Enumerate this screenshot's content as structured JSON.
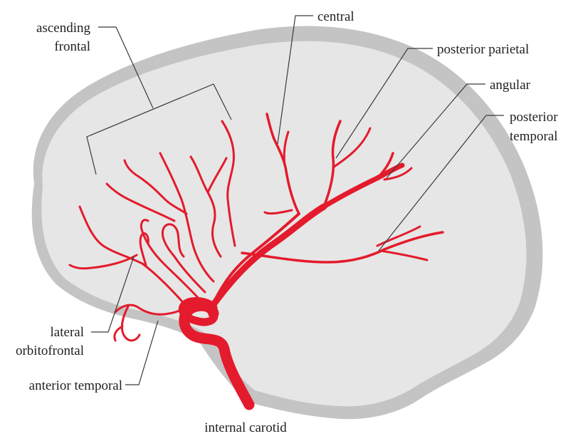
{
  "colors": {
    "artery": "#e31b2c",
    "brain_fill": "#e6e6e6",
    "brain_rim": "#c4c4c4",
    "leader": "#3a3a3a",
    "label_text": "#222222"
  },
  "labels": {
    "ascending_frontal_line1": "ascending",
    "ascending_frontal_line2": "frontal",
    "central": "central",
    "posterior_parietal": "posterior parietal",
    "angular": "angular",
    "posterior_temporal_line1": "posterior",
    "posterior_temporal_line2": "temporal",
    "lateral_orbitofrontal_line1": "lateral",
    "lateral_orbitofrontal_line2": "orbitofrontal",
    "anterior_temporal": "anterior temporal",
    "internal_carotid": "internal carotid"
  }
}
